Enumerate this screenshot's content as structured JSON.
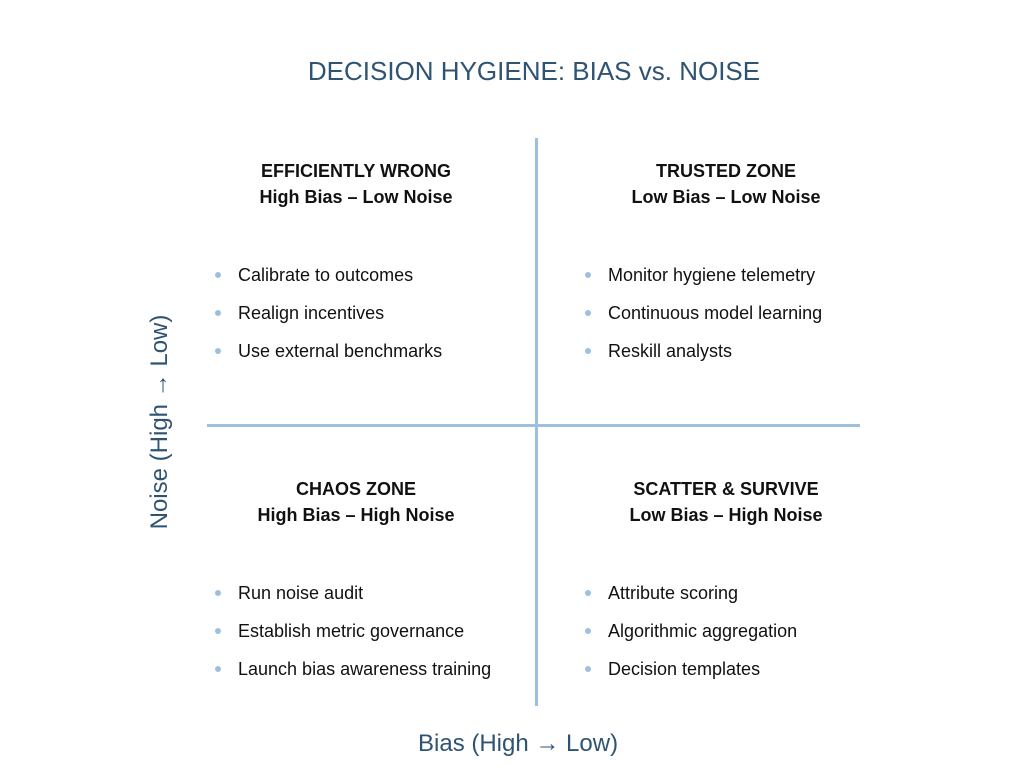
{
  "title": "DECISION HYGIENE: BIAS vs. NOISE",
  "axes": {
    "x_label": "Bias  (High → Low)",
    "y_label": "Noise  (High → Low)"
  },
  "colors": {
    "title": "#2f5473",
    "lines": "#9dbfe0",
    "bullets": "#9dbfe0"
  },
  "quadrants": [
    {
      "title": "EFFICIENTLY WRONG",
      "subtitle": "High Bias – Low Noise",
      "items": [
        "Calibrate to outcomes",
        "Realign incentives",
        "Use external benchmarks"
      ]
    },
    {
      "title": "TRUSTED ZONE",
      "subtitle": "Low Bias – Low Noise",
      "items": [
        "Monitor hygiene telemetry",
        "Continuous model learning",
        "Reskill analysts"
      ]
    },
    {
      "title": "CHAOS ZONE",
      "subtitle": "High Bias – High Noise",
      "items": [
        "Run noise audit",
        "Establish metric governance",
        "Launch bias awareness training"
      ]
    },
    {
      "title": "SCATTER & SURVIVE",
      "subtitle": "Low Bias – High Noise",
      "items": [
        "Attribute scoring",
        "Algorithmic aggregation",
        "Decision templates"
      ]
    }
  ]
}
